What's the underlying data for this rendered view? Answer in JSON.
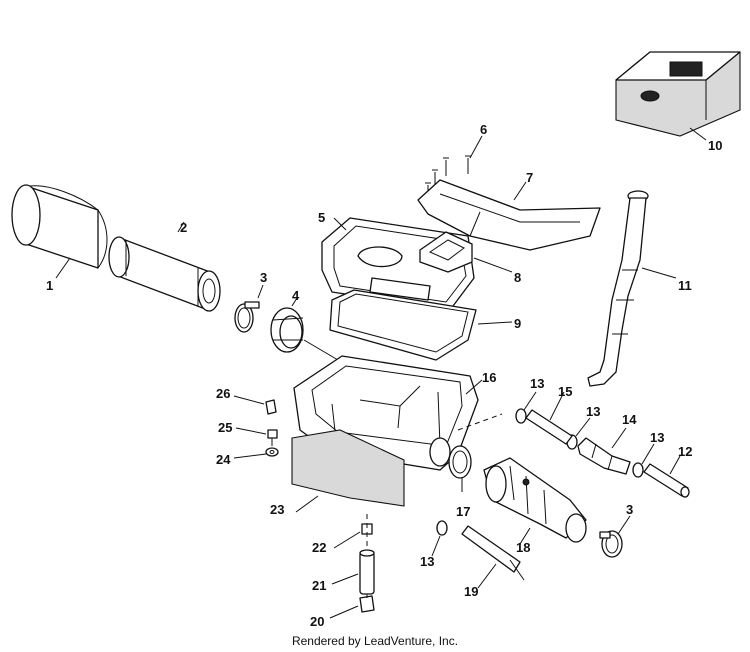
{
  "caption": "Rendered by LeadVenture, Inc.",
  "callouts": [
    "1",
    "2",
    "3",
    "4",
    "5",
    "6",
    "7",
    "8",
    "9",
    "10",
    "11",
    "12",
    "13",
    "13",
    "13",
    "13",
    "14",
    "15",
    "16",
    "17",
    "18",
    "19",
    "20",
    "21",
    "22",
    "23",
    "24",
    "25",
    "26",
    "3"
  ]
}
